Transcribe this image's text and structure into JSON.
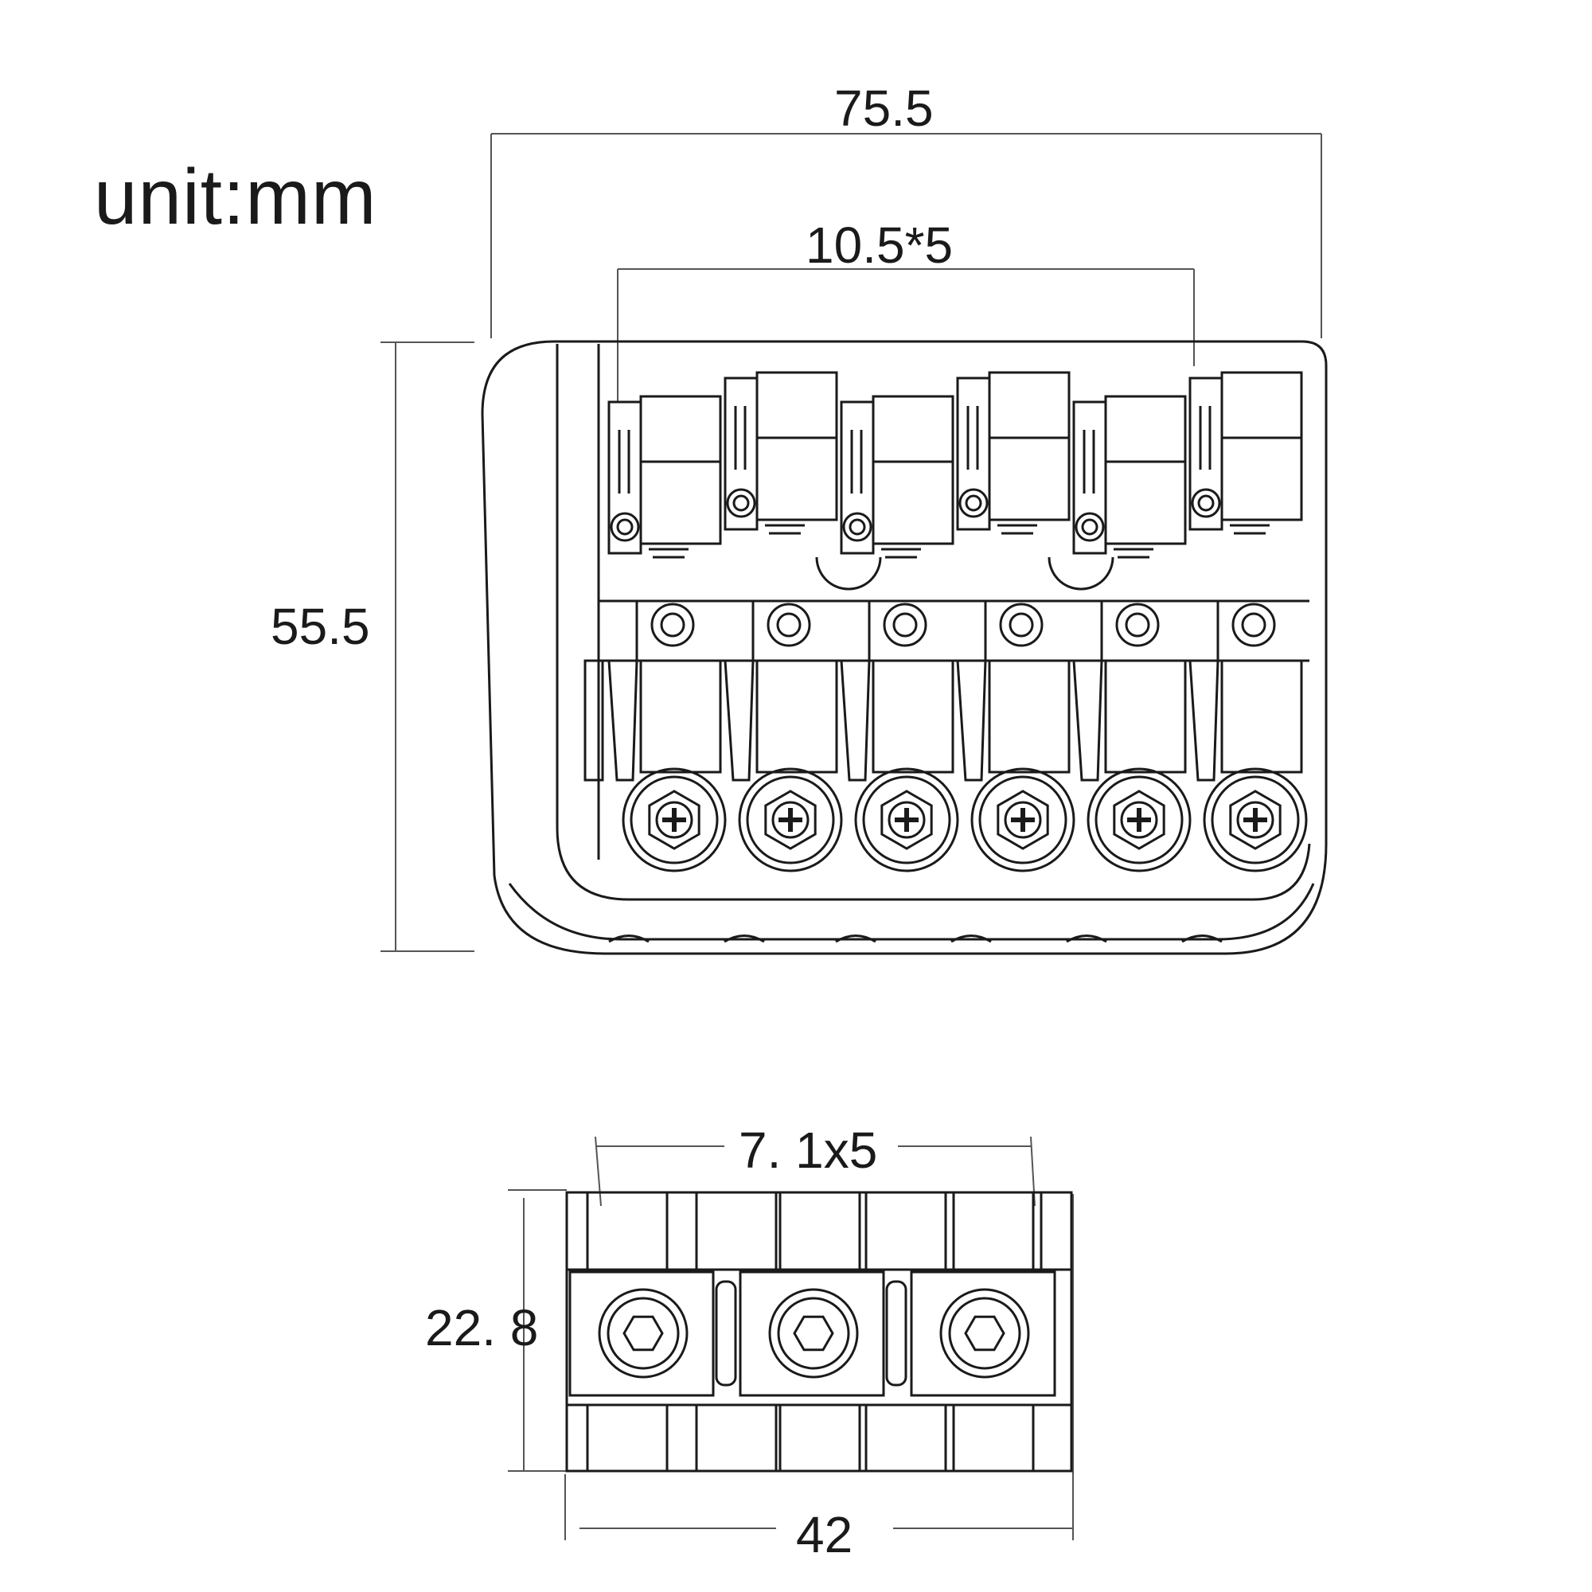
{
  "unit_label": "unit:mm",
  "top_view": {
    "overall_width": "75.5",
    "string_spacing": "10.5*5",
    "overall_height": "55.5",
    "saddle_count": 6
  },
  "bottom_view": {
    "string_spacing": "7. 1x5",
    "height": "22. 8",
    "width": "42",
    "block_count": 3
  },
  "colors": {
    "line": "#1a1a1a",
    "dim_line": "#555555",
    "background": "#ffffff"
  }
}
